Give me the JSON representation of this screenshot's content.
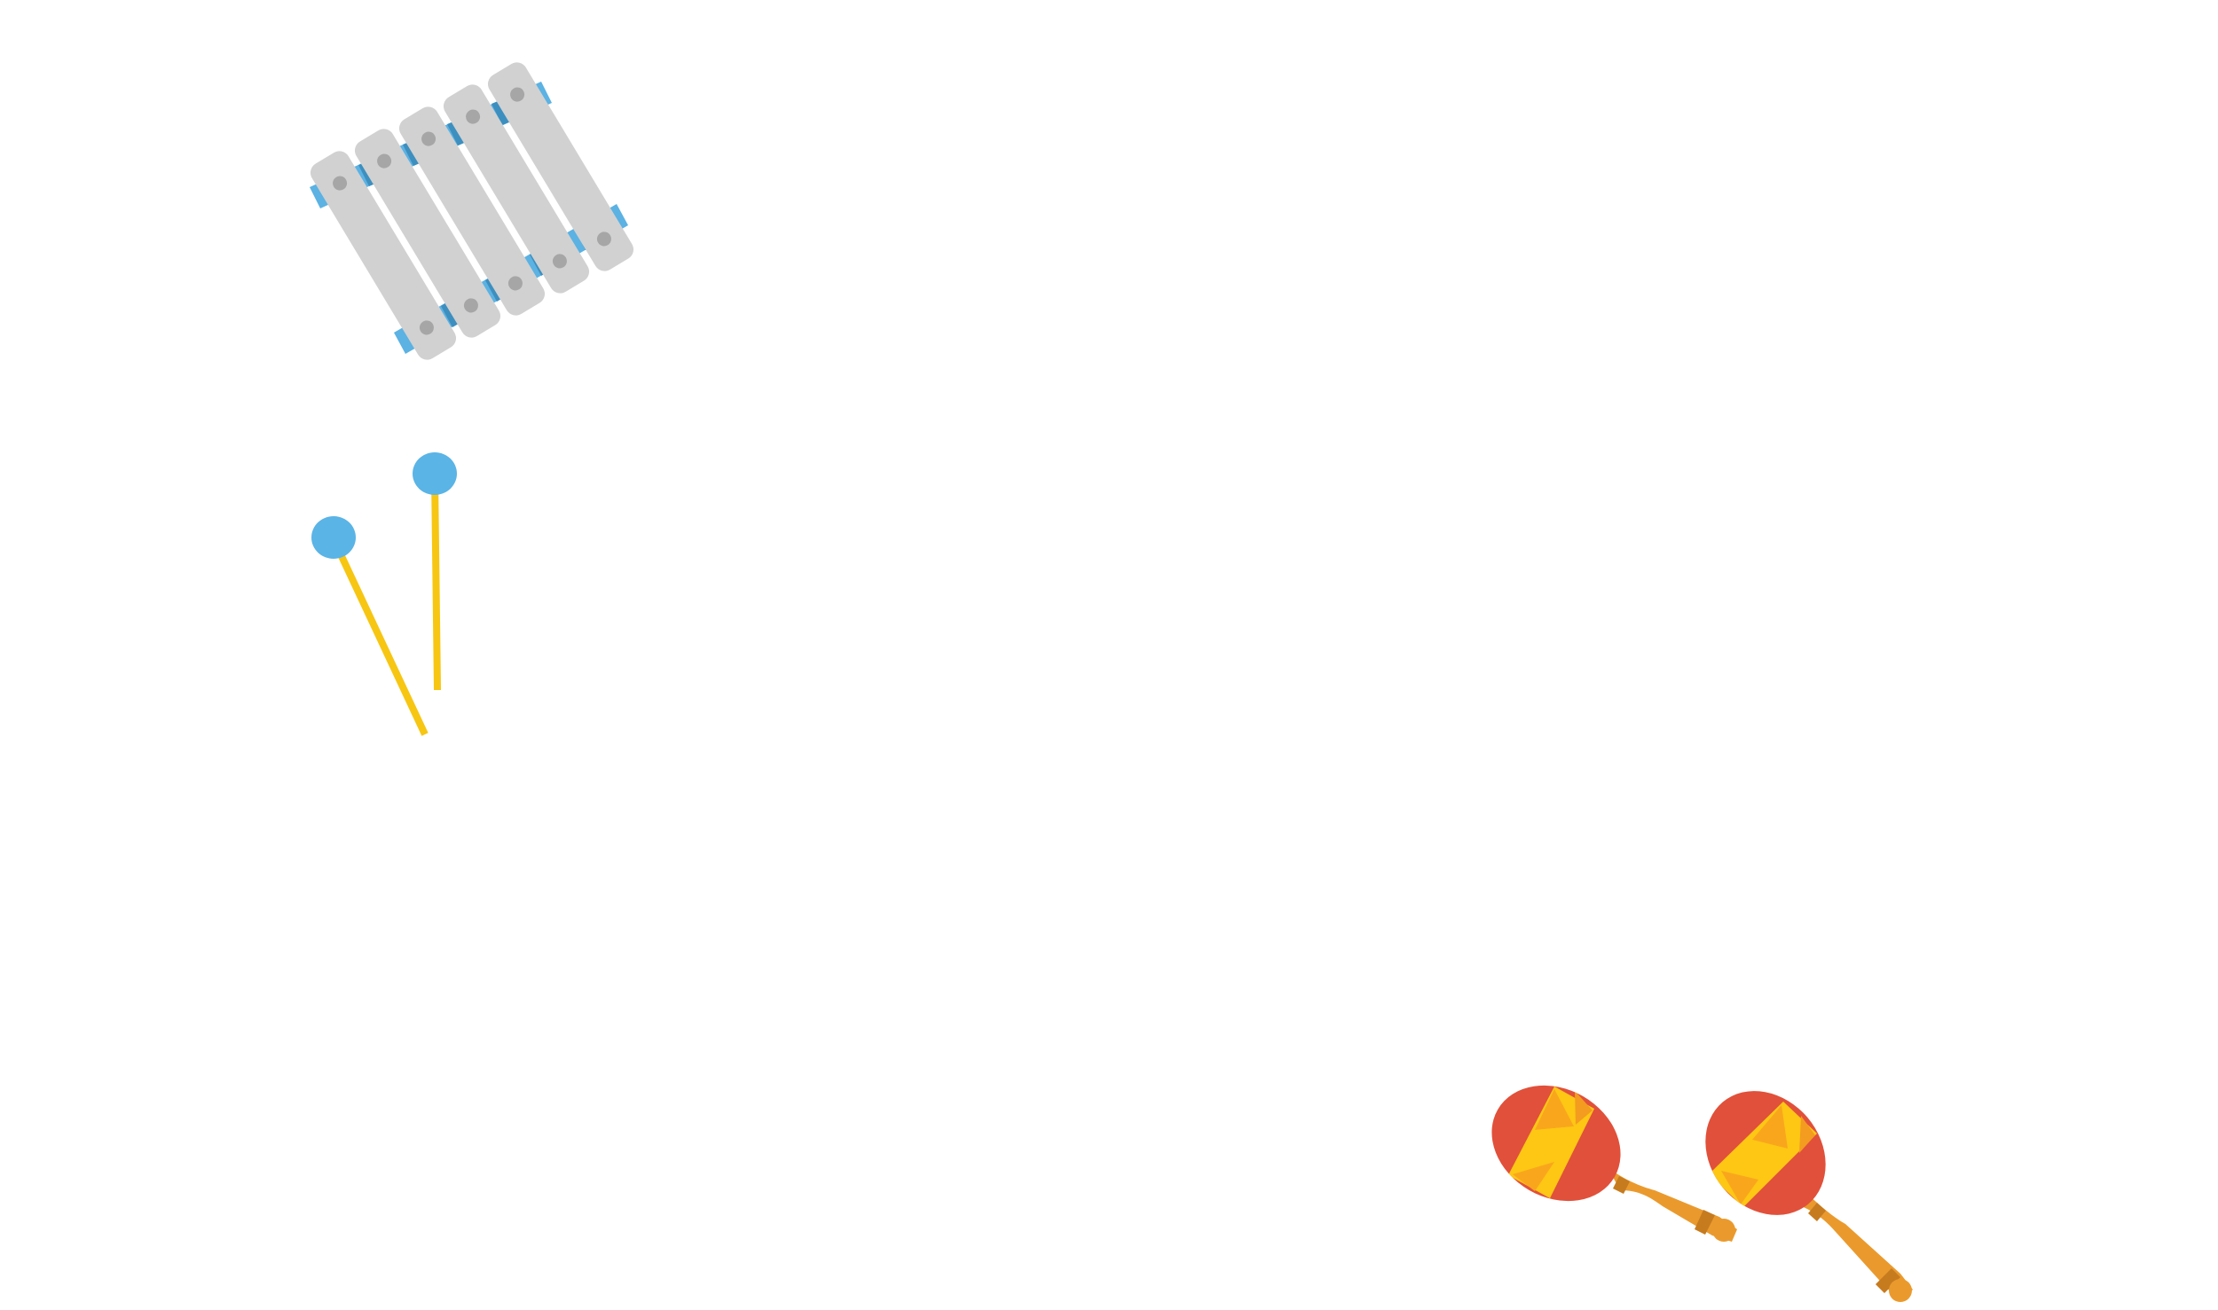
{
  "scene": {
    "background_color": "#ffffff",
    "objects": [
      "xylophone-icon",
      "mallet-icon",
      "mallet-icon",
      "maraca-icon",
      "maraca-icon"
    ]
  },
  "xylophone": {
    "icon": "xylophone-icon",
    "bar_count": 5,
    "bar_color": "#d1d1d1",
    "rivet_color": "#a6a6a6",
    "rail_color": "#5bb2e3",
    "rail_stripe_color": "#3d8fbf"
  },
  "mallets": {
    "icon": "mallet-icon",
    "count": 2,
    "head_color": "#5ab4e6",
    "stick_color": "#f7c613"
  },
  "maracas": {
    "icon": "maraca-icon",
    "count": 2,
    "body_color": "#e1503a",
    "pattern_colors": [
      "#f9a61d",
      "#fdc714",
      "#f39c1f"
    ],
    "handle_color": "#ea9a2d",
    "handle_stripe_color": "#c67b1f"
  }
}
